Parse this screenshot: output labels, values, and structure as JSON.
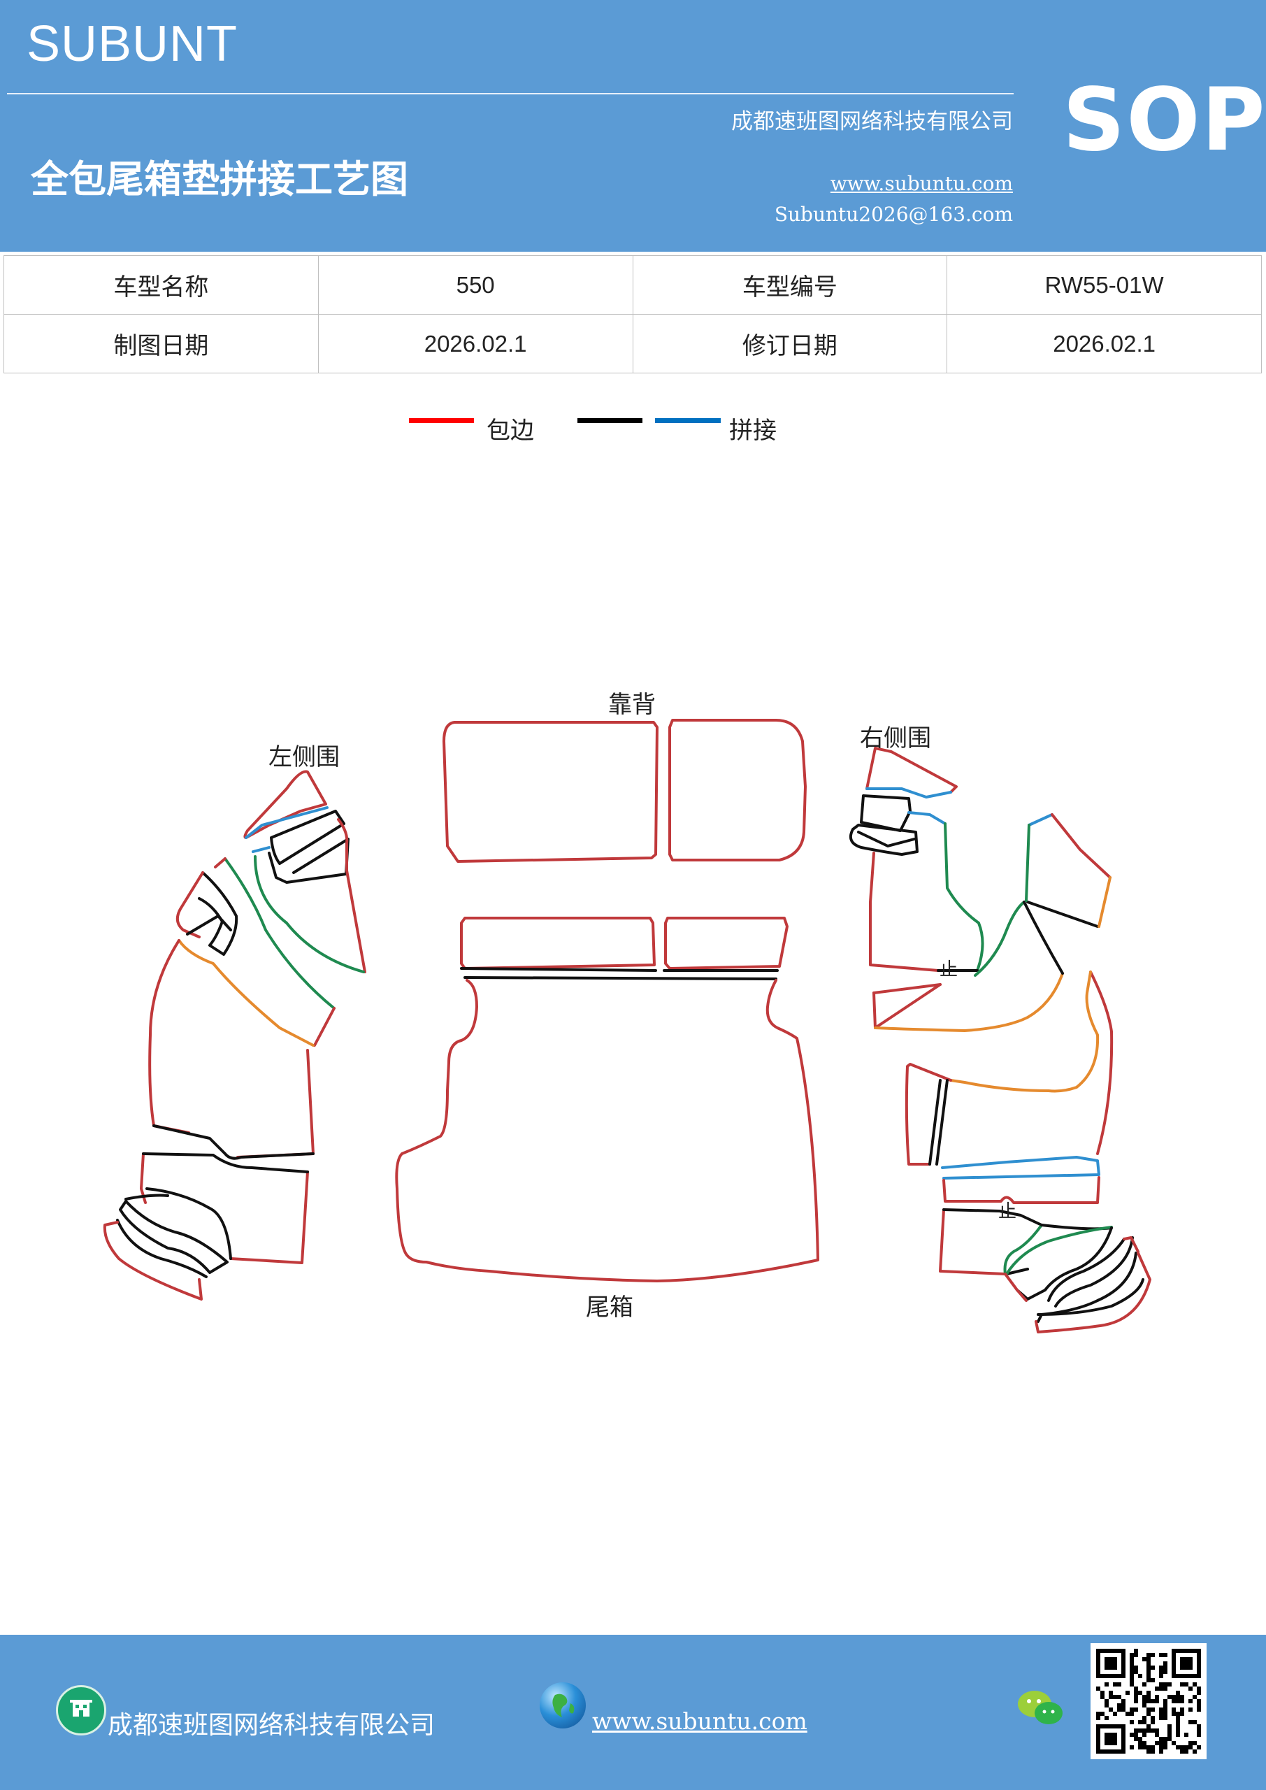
{
  "header": {
    "brand": "SUBUNT",
    "company": "成都速班图网络科技有限公司",
    "title": "全包尾箱垫拼接工艺图",
    "website": "www.subuntu.com",
    "email": "Subuntu2026@163.com",
    "badge": "SOP"
  },
  "info_table": {
    "rows": [
      {
        "label1": "车型名称",
        "value1": "550",
        "label2": "车型编号",
        "value2": "RW55-01W"
      },
      {
        "label1": "制图日期",
        "value1": "2026.02.1",
        "label2": "修订日期",
        "value2": "2026.02.1"
      }
    ]
  },
  "legend": {
    "items": [
      {
        "color": "#ff0000",
        "label": "包边"
      },
      {
        "color": "#000000",
        "label": ""
      },
      {
        "color": "#0070c0",
        "label": "拼接"
      }
    ]
  },
  "diagram": {
    "labels": {
      "back": "靠背",
      "left_side": "左侧围",
      "right_side": "右侧围",
      "trunk": "尾箱",
      "stop_mark": "止"
    },
    "colors": {
      "red": "#c0393b",
      "black": "#111111",
      "blue": "#2f8fd0",
      "green": "#1f8a50",
      "orange": "#e58a2e"
    }
  },
  "footer": {
    "company": "成都速班图网络科技有限公司",
    "website": "www.subuntu.com"
  }
}
